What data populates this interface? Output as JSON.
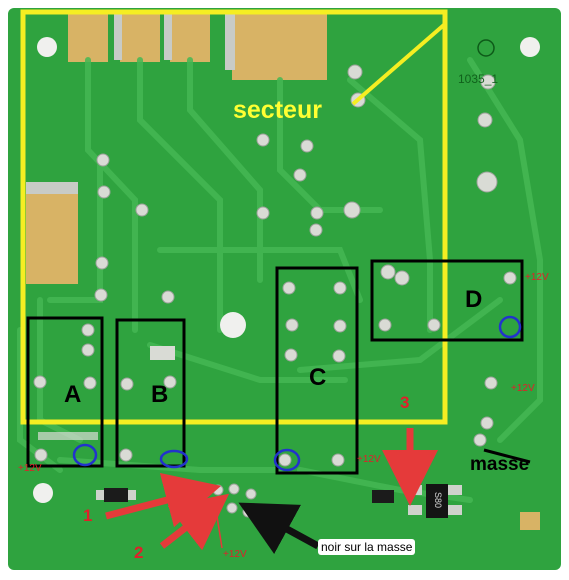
{
  "labels": {
    "secteur": "secteur",
    "zone_a": "A",
    "zone_b": "B",
    "zone_c": "C",
    "zone_d": "D",
    "plus12": "+12V",
    "marker_1": "1",
    "marker_2": "2",
    "marker_3": "3",
    "masse": "masse",
    "noir_masse": "noir sur la masse",
    "ic_marking": "S80",
    "board_ref": "1035_1"
  },
  "colors": {
    "board": "#2fa33f",
    "trace": "#45b854",
    "pad": "#d9dbd5",
    "gold": "#d8b365",
    "highlight_box": "#f5ee22",
    "zone_box": "#000000",
    "pin_circle": "#2233cc",
    "arrow_red": "#e53a3a",
    "arrow_black": "#111111"
  }
}
